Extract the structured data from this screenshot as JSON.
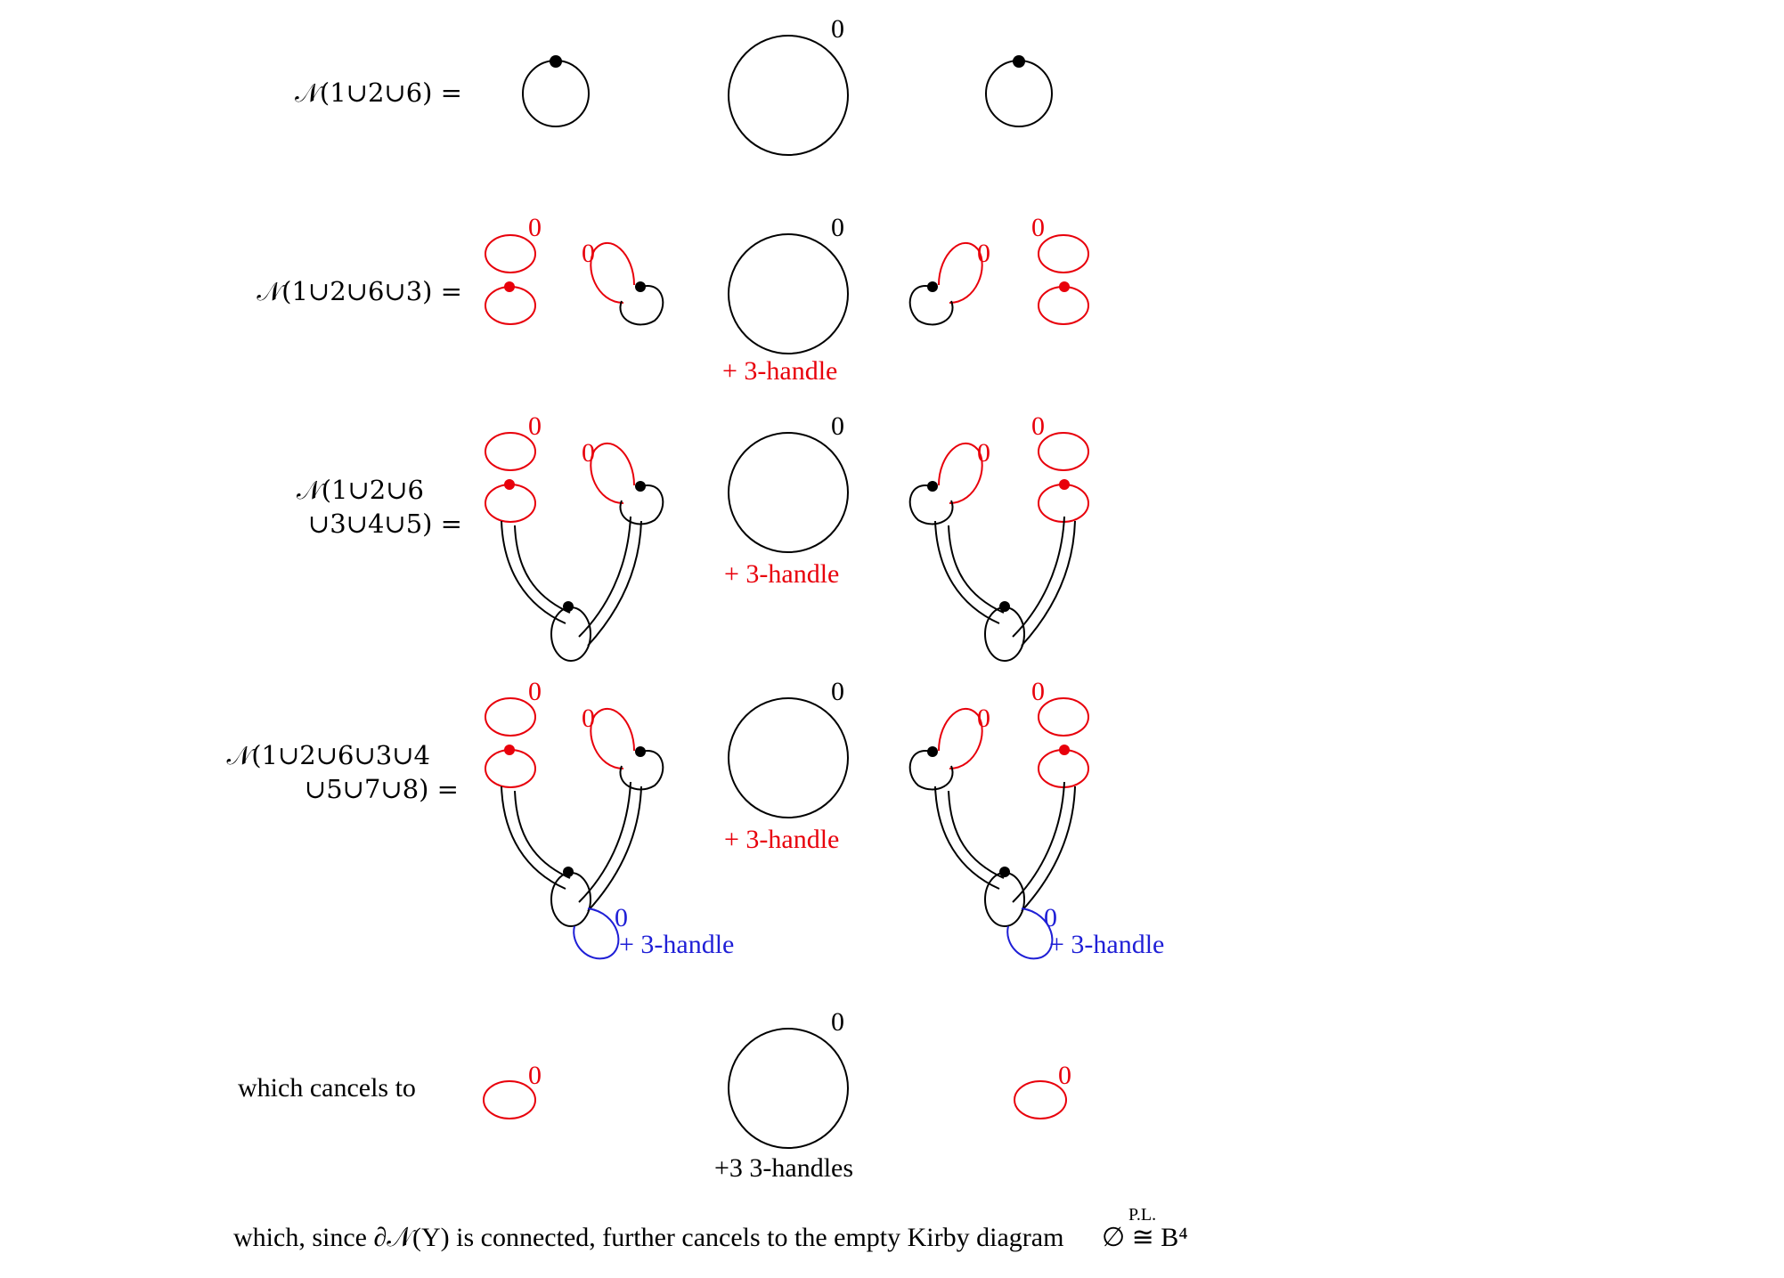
{
  "colors": {
    "black": "#000000",
    "red": "#e8000b",
    "blue": "#1f1fd6"
  },
  "rows": [
    {
      "label": "𝒩(1∪2∪6) ="
    },
    {
      "label": "𝒩(1∪2∪6∪3) ="
    },
    {
      "label_line1": "𝒩(1∪2∪6",
      "label_line2": "∪3∪4∪5) ="
    },
    {
      "label_line1": "𝒩(1∪2∪6∪3∪4",
      "label_line2": "∪5∪7∪8) ="
    },
    {
      "label": "which cancels to"
    }
  ],
  "framing": "0",
  "three_handle": "+ 3-handle",
  "three_handles": "+3 3-handles",
  "footer": {
    "text": "which, since ∂𝒩(Y) is connected, further cancels to the empty Kirby diagram",
    "symbol": "∅ ≅ B⁴",
    "over": "P.L."
  }
}
